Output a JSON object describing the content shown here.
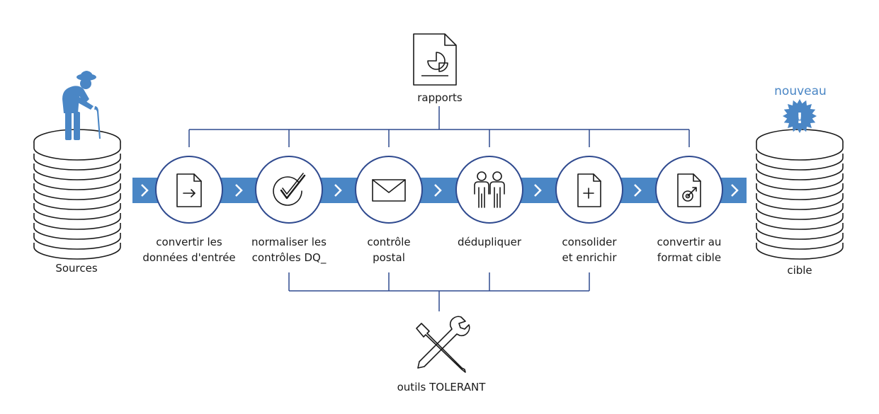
{
  "source": {
    "label": "Sources"
  },
  "target": {
    "label": "cible",
    "badge": "nouveau"
  },
  "reports": {
    "label": "rapports"
  },
  "tools": {
    "label": "outils TOLERANT"
  },
  "steps": [
    {
      "line1": "convertir les",
      "line2": "données d'entrée",
      "icon": "file-arrow-icon"
    },
    {
      "line1": "normaliser les",
      "line2": "contrôles DQ_",
      "icon": "check-badge-icon"
    },
    {
      "line1": "contrôle",
      "line2": "postal",
      "icon": "envelope-icon"
    },
    {
      "line1": "dédupliquer",
      "line2": "",
      "icon": "people-pair-icon"
    },
    {
      "line1": "consolider",
      "line2": "et enrichir",
      "icon": "file-plus-icon"
    },
    {
      "line1": "convertir au",
      "line2": "format cible",
      "icon": "file-target-icon"
    }
  ],
  "colors": {
    "band": "#4a86c5",
    "line": "#2f4a8f",
    "icon": "#4a86c5",
    "ink": "#1a1a1a"
  }
}
